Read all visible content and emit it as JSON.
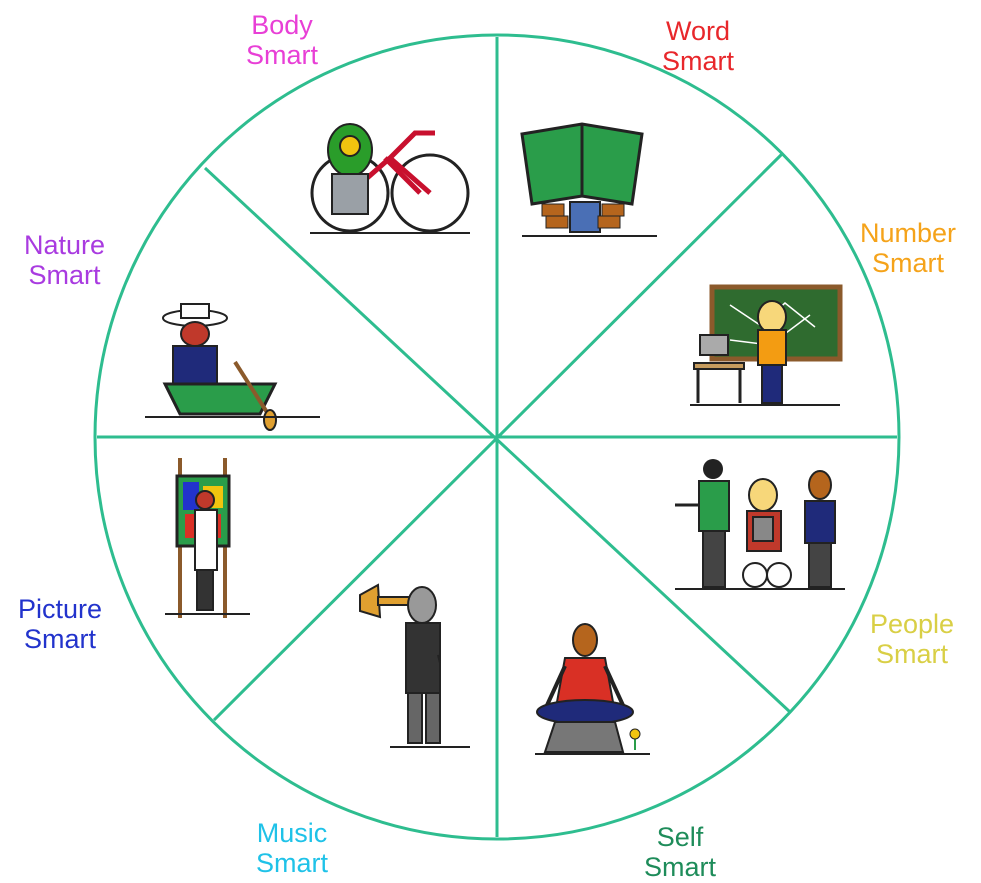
{
  "wheel": {
    "line_color": "#2ebd8f",
    "segments": [
      {
        "id": "body",
        "line1": "Body",
        "line2": "Smart",
        "color": "#e83fd6",
        "icon": "cyclist-bicycle-icon"
      },
      {
        "id": "word",
        "line1": "Word",
        "line2": "Smart",
        "color": "#e8272b",
        "icon": "person-reading-book-icon"
      },
      {
        "id": "number",
        "line1": "Number",
        "line2": "Smart",
        "color": "#f5a31a",
        "icon": "person-at-chalkboard-icon"
      },
      {
        "id": "people",
        "line1": "People",
        "line2": "Smart",
        "color": "#d9cf45",
        "icon": "group-of-people-icon"
      },
      {
        "id": "self",
        "line1": "Self",
        "line2": "Smart",
        "color": "#1e8c5a",
        "icon": "meditating-person-icon"
      },
      {
        "id": "music",
        "line1": "Music",
        "line2": "Smart",
        "color": "#1fc2e8",
        "icon": "trumpet-player-icon"
      },
      {
        "id": "picture",
        "line1": "Picture",
        "line2": "Smart",
        "color": "#2233cc",
        "icon": "painter-at-easel-icon"
      },
      {
        "id": "nature",
        "line1": "Nature",
        "line2": "Smart",
        "color": "#a93be0",
        "icon": "person-in-canoe-icon"
      }
    ]
  }
}
